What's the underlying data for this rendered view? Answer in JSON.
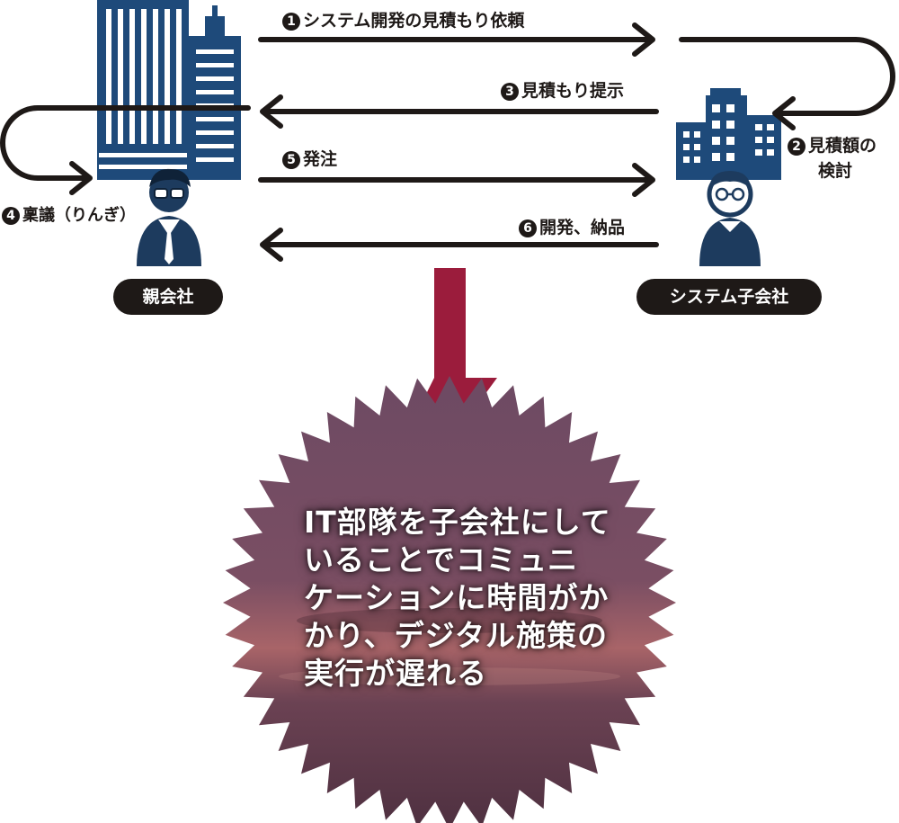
{
  "colors": {
    "ink": "#1e1917",
    "building": "#1e4a7a",
    "person": "#1d3b5e",
    "down_arrow": "#9b1c3c",
    "burst_top": "#6d4a63",
    "burst_mid": "#9a5a68",
    "burst_bottom": "#5a3848"
  },
  "icons": {
    "parent_building": "office-building-icon",
    "parent_person": "businessman-icon",
    "subsidiary_building": "office-building-icon",
    "subsidiary_person": "engineer-icon"
  },
  "steps": [
    {
      "num": "1",
      "text": "システム開発の見積もり依頼"
    },
    {
      "num": "2",
      "text": "見積額の",
      "text2": "検討"
    },
    {
      "num": "3",
      "text": "見積もり提示"
    },
    {
      "num": "4",
      "text": "稟議（りんぎ）"
    },
    {
      "num": "5",
      "text": "発注"
    },
    {
      "num": "6",
      "text": "開発、納品"
    }
  ],
  "parties": {
    "parent": "親会社",
    "subsidiary": "システム子会社"
  },
  "conclusion": {
    "lines": [
      "IT部隊を子会社にして",
      "いることでコミュニ",
      "ケーションに時間がか",
      "かり、デジタル施策の",
      "実行が遅れる"
    ]
  }
}
